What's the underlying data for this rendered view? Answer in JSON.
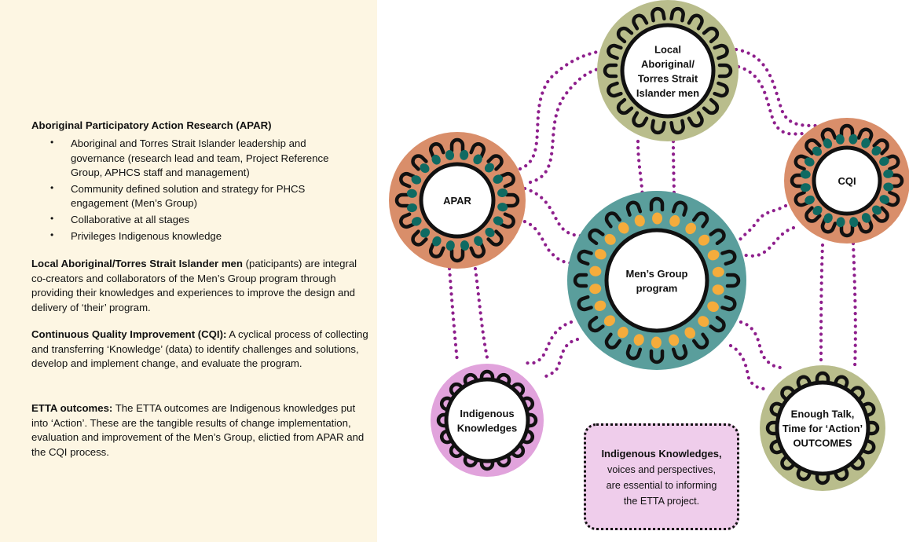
{
  "left_panel": {
    "apar_title": "Aboriginal Participatory Action Research (APAR)",
    "apar_bullets": [
      "Aboriginal and Torres Strait Islander leadership and governance (research lead and team, Project Reference Group, APHCS staff and management)",
      "Community defined solution and strategy for PHCS engagement (Men’s Group)",
      "Collaborative at all stages",
      "Privileges Indigenous knowledge"
    ],
    "local_men": {
      "bold": "Local Aboriginal/Torres Strait Islander men",
      "text": " (paticipants) are integral co-creators and collaborators of the Men’s Group program through providing their knowledges and experiences to improve the design and delivery of ‘their’ program."
    },
    "cqi": {
      "bold": "Continuous Quality Improvement (CQI):",
      "text": " A cyclical process of collecting and transferring ‘Knowledge’ (data) to identify challenges and solutions, develop and implement change, and evaluate the program."
    },
    "etta": {
      "bold": "ETTA outcomes:",
      "text": " The ETTA outcomes are Indigenous knowledges put into ‘Action’. These are the tangible results of change implementation, evaluation and improvement of the Men’s Group, elictied from APAR and the CQI process."
    }
  },
  "diagram": {
    "colors": {
      "olive": "#b9bd8c",
      "terracotta": "#d98e6a",
      "teal": "#5a9e9c",
      "pink": "#e1a3dc",
      "dark_teal_dot": "#0f6a62",
      "orange_dot": "#f5ac3c",
      "connector": "#8e1f8c",
      "panel_bg": "#fdf6e3",
      "note_bg": "#efcdeb"
    },
    "nodes": [
      {
        "id": "local-men",
        "label_lines": [
          "Local",
          "Aboriginal/",
          "Torres Strait",
          "Islander men"
        ]
      },
      {
        "id": "apar",
        "label_lines": [
          "APAR"
        ]
      },
      {
        "id": "cqi",
        "label_lines": [
          "CQI"
        ]
      },
      {
        "id": "mens-group",
        "label_lines": [
          "Men’s Group",
          "program"
        ]
      },
      {
        "id": "indigenous-knowledges",
        "label_lines": [
          "Indigenous",
          "Knowledges"
        ]
      },
      {
        "id": "outcomes",
        "label_lines": [
          "Enough Talk,",
          "Time for ‘Action’",
          "OUTCOMES"
        ]
      }
    ],
    "note": {
      "bold": "Indigenous Knowledges,",
      "lines": [
        "voices and perspectives,",
        "are essential to informing",
        "the ETTA project."
      ]
    }
  }
}
